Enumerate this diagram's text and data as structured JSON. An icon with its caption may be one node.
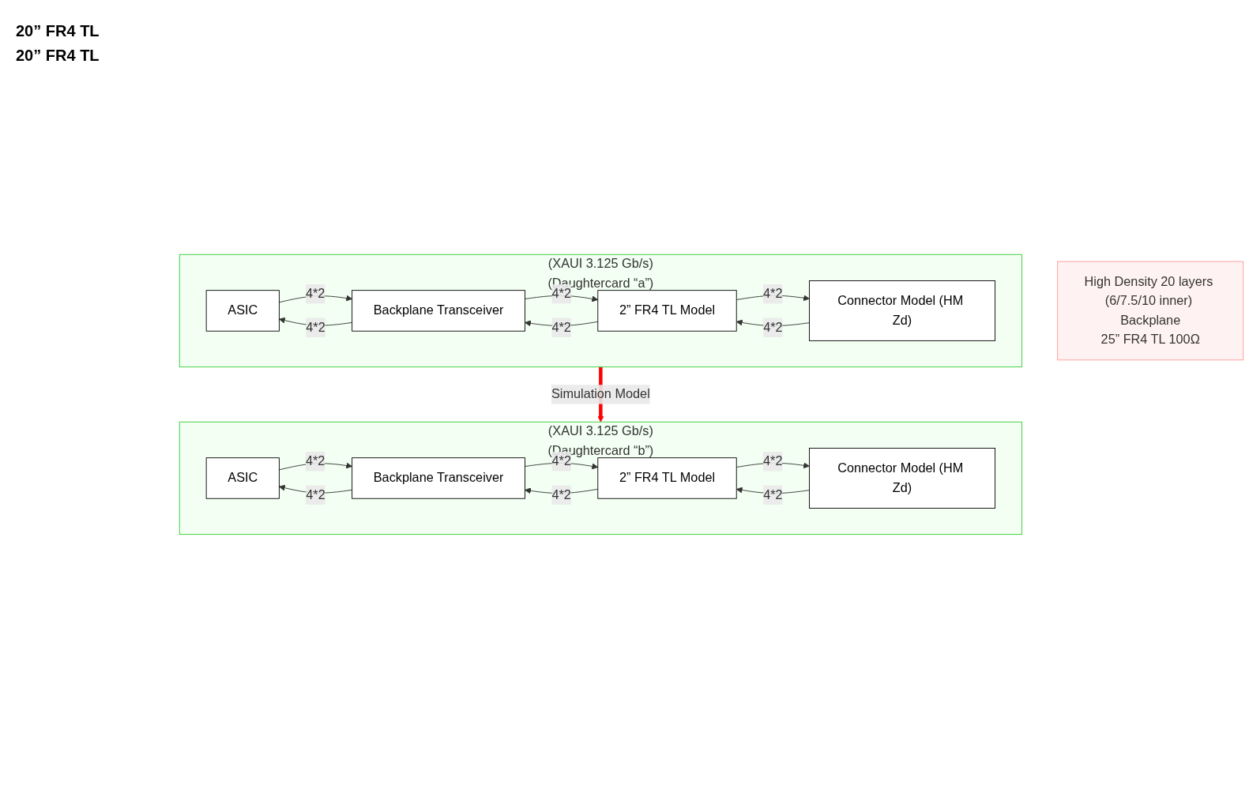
{
  "diagram": {
    "nodes": [
      {
        "text": [
          "(XAUI 3.125 Gb/s)",
          "(Daughtercard “a”)"
        ]
      },
      {
        "text": [
          "ASIC"
        ],
        "in": 0
      },
      {
        "text": [
          "Backplane Transceiver"
        ],
        "in": 0
      },
      {
        "text": [
          "2” FR4 TL Model"
        ],
        "in": 0
      },
      {
        "text": [
          "Connector Model (HM Zd)"
        ],
        "in": 0
      },
      {
        "text": [
          "High Density 20 layers (6/7.5/10 inner) Backplane",
          "25” FR4 TL 100Ω"
        ]
      },
      {
        "text": [
          "(XAUI 3.125 Gb/s)",
          "(Daughtercard “b”)"
        ]
      },
      {
        "text": [
          "ASIC"
        ],
        "in": 6
      },
      {
        "text": [
          "Backplane Transceiver"
        ],
        "in": 6
      },
      {
        "text": [
          "2” FR4 TL Model"
        ],
        "in": 6
      },
      {
        "text": [
          "Connector Model (HM Zd)"
        ],
        "in": 6
      }
    ],
    "edges": [
      {
        "from": 1,
        "to": 2,
        "arrow": "to",
        "label": "4*2"
      },
      {
        "from": 2,
        "to": 1,
        "arrow": "to",
        "label": "4*2"
      },
      {
        "from": 2,
        "to": 3,
        "arrow": "to",
        "label": "4*2"
      },
      {
        "from": 3,
        "to": 2,
        "arrow": "to",
        "label": "4*2"
      },
      {
        "from": 3,
        "to": 4,
        "arrow": "to",
        "label": "4*2"
      },
      {
        "from": 4,
        "to": 3,
        "arrow": "to",
        "label": "4*2"
      },
      {
        "from": 0,
        "to": 6,
        "arrow": "to",
        "label": "Simulation Model",
        "style": "thick",
        "color": "#ff0000"
      },
      {
        "from": 7,
        "to": 8,
        "arrow": "to",
        "label": "4*2"
      },
      {
        "from": 8,
        "to": 7,
        "arrow": "to",
        "label": "4*2"
      },
      {
        "from": 8,
        "to": 9,
        "arrow": "to",
        "label": "4*2"
      },
      {
        "from": 9,
        "to": 8,
        "arrow": "to",
        "label": "4*2"
      },
      {
        "from": 9,
        "to": 10,
        "arrow": "to",
        "label": "4*2"
      },
      {
        "from": 10,
        "to": 9,
        "arrow": "to",
        "label": "4*2"
      }
    ],
    "labels": [
      "20” FR4 TL",
      "20” FR4 TL"
    ]
  }
}
